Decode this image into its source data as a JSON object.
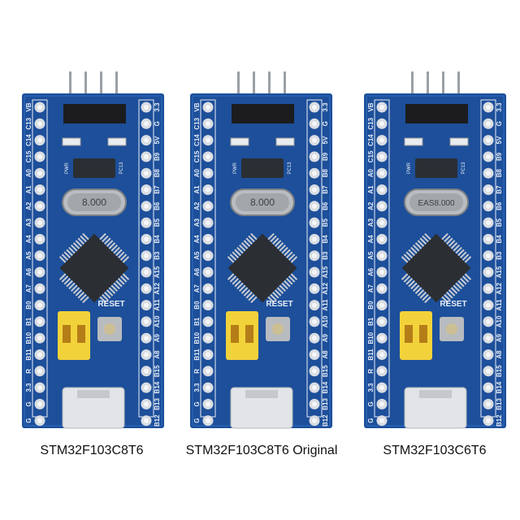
{
  "colors": {
    "pcb": "#1d4f9a",
    "pcb_edge": "#2a63b5",
    "silk": "#e8eef8",
    "jumper": "#f2d23a",
    "chip": "#2b2e33",
    "pad": "#d9dde3"
  },
  "silkscreen": {
    "left_pins": [
      "VB",
      "C13",
      "C14",
      "C15",
      "A0",
      "A1",
      "A2",
      "A3",
      "A4",
      "A5",
      "A6",
      "A7",
      "B0",
      "B1",
      "B10",
      "B11",
      "R",
      "3.3",
      "G",
      "G"
    ],
    "right_pins": [
      "3.3",
      "G",
      "5V",
      "B9",
      "B8",
      "B7",
      "B6",
      "B5",
      "B4",
      "B3",
      "A15",
      "A12",
      "A11",
      "A10",
      "A9",
      "A8",
      "B15",
      "B14",
      "B13",
      "B12"
    ],
    "reset": "RESET",
    "pwr": "PWR",
    "pc13": "PC13"
  },
  "boards": [
    {
      "caption": "STM32F103C8T6",
      "crystal": "8.000"
    },
    {
      "caption": "STM32F103C8T6 Original",
      "crystal": "8.000"
    },
    {
      "caption": "STM32F103C6T6",
      "crystal": "EAS8.000"
    }
  ]
}
